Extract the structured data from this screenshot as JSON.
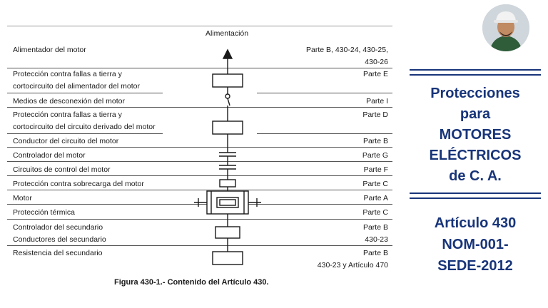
{
  "figure": {
    "header": "Alimentación",
    "caption": "Figura 430-1.- Contenido del Artículo 430.",
    "rows": [
      {
        "label": "Alimentador del motor",
        "ref": "Parte B, 430-24, 430-25,",
        "ref2": "430-26"
      },
      {
        "label": "Protección  contra  fallas  a  tierra  y",
        "label2": "cortocircuito del alimentador del motor",
        "ref": "Parte E"
      },
      {
        "label": "Medios de desconexión del motor",
        "ref": "Parte I"
      },
      {
        "label": "Protección  contra  fallas  a  tierra  y",
        "label2": "cortocircuito del circuito derivado del motor",
        "ref": "Parte D"
      },
      {
        "label": "Conductor del circuito del motor",
        "ref": "Parte B"
      },
      {
        "label": "Controlador del motor",
        "ref": "Parte G"
      },
      {
        "label": "Circuitos de control del motor",
        "ref": "Parte F"
      },
      {
        "label": "Protección contra sobrecarga del motor",
        "ref": "Parte C"
      },
      {
        "label": "Motor",
        "ref": "Parte A"
      },
      {
        "label": "Protección térmica",
        "ref": "Parte C"
      },
      {
        "label": "Controlador del secundario",
        "label2": "Conductores del secundario",
        "ref": "Parte B",
        "ref2": "430-23"
      },
      {
        "label": "Resistencia del secundario",
        "ref": "Parte B",
        "ref2": "430-23 y Artículo 470"
      }
    ]
  },
  "title_panel": {
    "separator": "==========",
    "line1": "Protecciones",
    "line2": "para",
    "line3": "MOTORES",
    "line4": "ELÉCTRICOS",
    "line5": "de C. A.",
    "line6": "Artículo 430",
    "line7": "NOM-001-",
    "line8": "SEDE-2012"
  },
  "colors": {
    "accent": "#18357a"
  },
  "icons": {
    "avatar": "person-hardhat-avatar"
  }
}
